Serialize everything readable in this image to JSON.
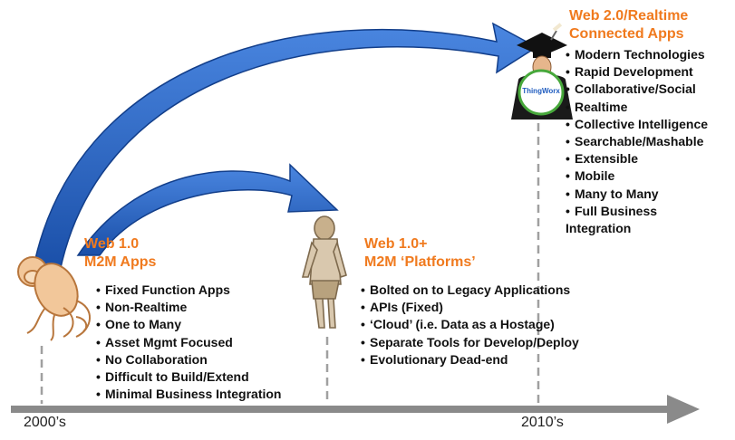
{
  "eras": [
    {
      "heading": [
        "Web 1.0",
        "M2M Apps"
      ],
      "bullets": [
        "Fixed Function Apps",
        "Non-Realtime",
        "One to Many",
        "Asset Mgmt Focused",
        "No Collaboration",
        "Difficult to Build/Extend",
        "Minimal Business Integration"
      ]
    },
    {
      "heading": [
        "Web 1.0+",
        "M2M ‘Platforms’"
      ],
      "bullets": [
        "Bolted on to Legacy Applications",
        "APIs (Fixed)",
        "‘Cloud’ (i.e. Data as a Hostage)",
        "Separate Tools for Develop/Deploy",
        "Evolutionary Dead-end"
      ]
    },
    {
      "heading": [
        "Web 2.0/Realtime",
        "Connected Apps"
      ],
      "bullets": [
        "Modern Technologies",
        "Rapid Development",
        "Collaborative/Social",
        "Realtime",
        "Collective Intelligence",
        "Searchable/Mashable",
        "Extensible",
        "Mobile",
        "Many to Many",
        "Full Business"
      ],
      "continuation": "Integration"
    }
  ],
  "timeline": {
    "start_label": "2000’s",
    "end_label": "2010’s"
  },
  "badge": {
    "text": "ThingWorx"
  },
  "colors": {
    "heading": "#F07A1E",
    "arrow": "#1E5BBF",
    "axis": "#8A8A8A",
    "text": "#111111"
  },
  "icons": [
    "monkey-figure",
    "caveman-figure",
    "graduate-figure"
  ]
}
